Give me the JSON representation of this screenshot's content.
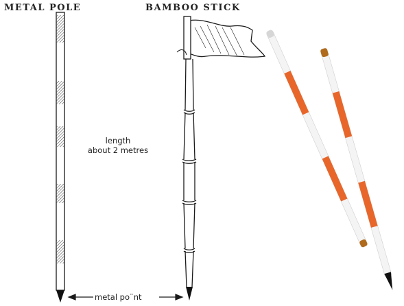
{
  "left_title": "METAL POLE",
  "middle_title": "BAMBOO STICK",
  "length_label_line1": "length",
  "length_label_line2": "about 2 metres",
  "point_label": "metal po¨nt",
  "colors": {
    "ink": "#1a1a1a",
    "pole_white": "#f4f4f4",
    "pole_orange": "#e8662a",
    "pole_tip": "#111111",
    "cap": "#b06a1c"
  }
}
